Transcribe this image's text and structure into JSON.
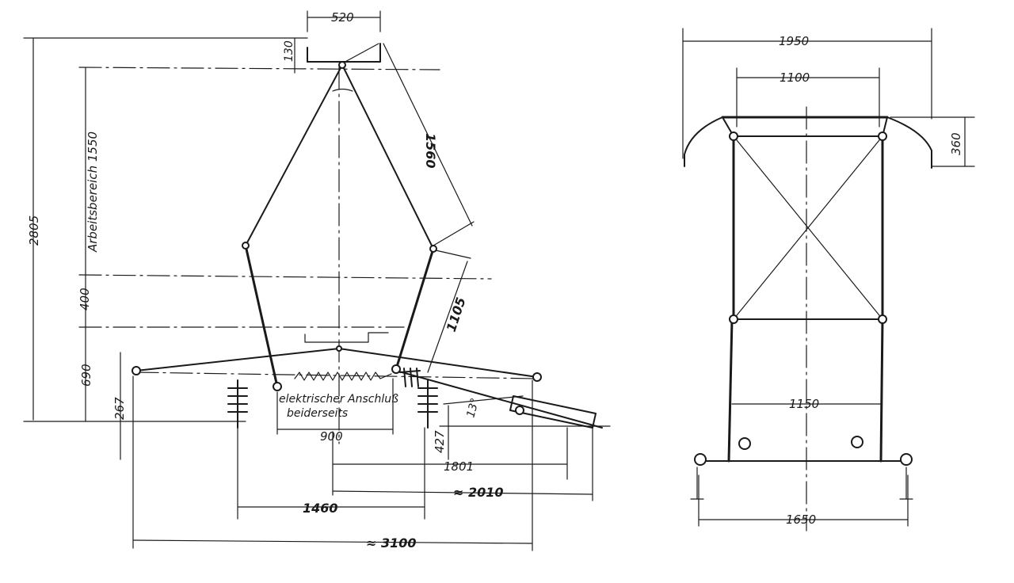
{
  "side_view": {
    "dim_top_width": "520",
    "dim_head_height": "130",
    "dim_total_height": "2805",
    "label_working_range": "Arbeitsbereich 1550",
    "dim_upper_arm": "1560",
    "dim_lower_arm": "1105",
    "dim_step_400": "400",
    "dim_step_690": "690",
    "dim_base_267": "267",
    "dim_base_900": "900",
    "dim_insulator_427": "427",
    "dim_angle": "13°",
    "dim_1801": "1801",
    "dim_2010": "≈ 2010",
    "dim_1460": "1460",
    "dim_3100": "≈ 3100",
    "note_line1": "elektrischer Anschluß",
    "note_line2": "beiderseits"
  },
  "front_view": {
    "dim_1950": "1950",
    "dim_1100": "1100",
    "dim_360": "360",
    "dim_1150": "1150",
    "dim_1650": "1650"
  }
}
